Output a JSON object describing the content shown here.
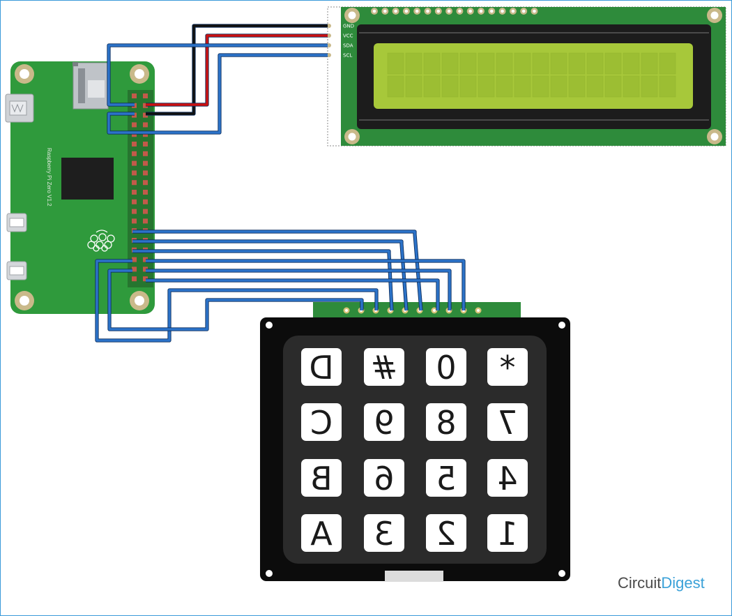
{
  "pi_board": {
    "label": "Raspberry Pi Zero V1.2"
  },
  "lcd": {
    "pins": [
      "GND",
      "VCC",
      "SDA",
      "SCL"
    ]
  },
  "keypad": {
    "rows": [
      [
        "D",
        "#",
        "0",
        "*"
      ],
      [
        "C",
        "9",
        "8",
        "7"
      ],
      [
        "B",
        "6",
        "5",
        "4"
      ],
      [
        "A",
        "3",
        "2",
        "1"
      ]
    ]
  },
  "brand": {
    "part1": "Circuit",
    "part2": "Digest"
  },
  "colors": {
    "board_green": "#2f9a3c",
    "lcd_screen": "#a7c83a",
    "wire_blue": "#2c73c9",
    "wire_red": "#cc1111",
    "wire_black": "#111111",
    "brand_blue": "#3aa1d8"
  }
}
